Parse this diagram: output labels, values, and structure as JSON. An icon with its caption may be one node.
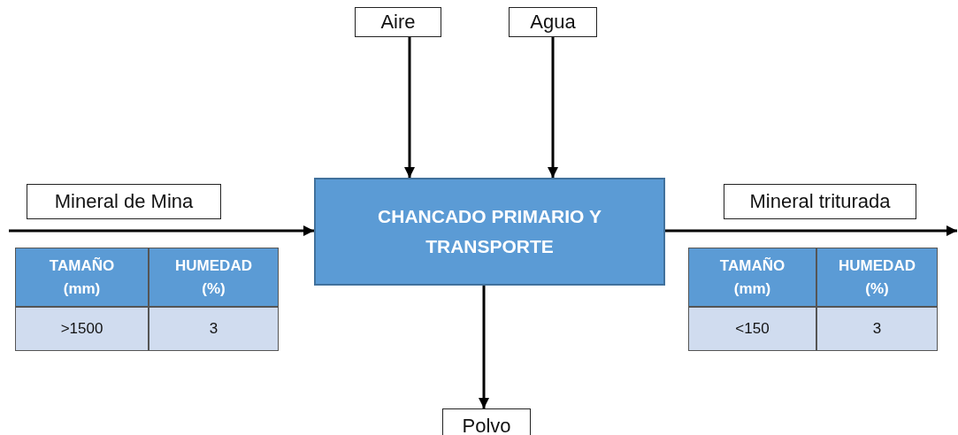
{
  "diagram": {
    "nodes": [
      {
        "text": [
          "Aire"
        ]
      },
      {
        "text": [
          "Agua"
        ]
      },
      {
        "text": [
          "CHANCADO PRIMARIO  Y TRANSPORTE"
        ]
      },
      {
        "text": [
          "Polvo"
        ]
      },
      {
        "text": [
          "Mineral de Mina"
        ]
      },
      {
        "text": [
          "Mineral triturada"
        ]
      }
    ],
    "edges": [
      {
        "from": 0,
        "to": 2,
        "arrow": "to"
      },
      {
        "from": 1,
        "to": 2,
        "arrow": "to"
      },
      {
        "from": 2,
        "to": 3,
        "arrow": "to"
      },
      {
        "from": null,
        "to": 2,
        "arrow": "to"
      },
      {
        "from": 2,
        "to": null,
        "arrow": "to"
      }
    ],
    "labels": [
      "TAMAÑO (mm)",
      "HUMEDAD (%)",
      ">1500",
      "3",
      "TAMAÑO (mm)",
      "HUMEDAD (%)",
      "<150",
      "3"
    ]
  }
}
